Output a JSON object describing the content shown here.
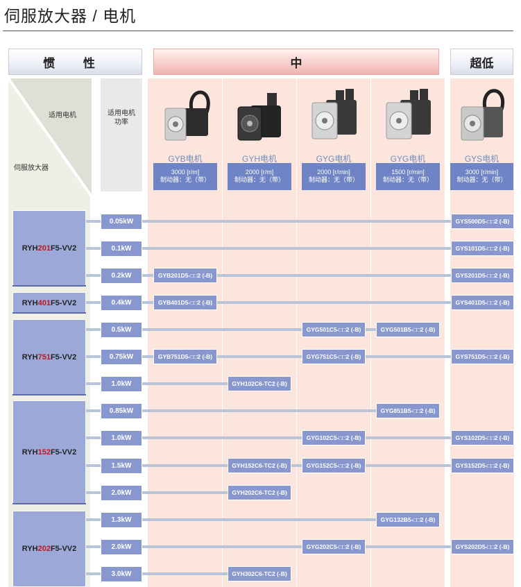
{
  "page": {
    "title": "伺服放大器 / 电机"
  },
  "headers": {
    "inertia": "惯 性",
    "medium": "中",
    "ultra_low": "超低"
  },
  "corner": {
    "motor_label": "适用电机",
    "amp_label": "伺服放大器"
  },
  "power_header": {
    "line1": "适用电机",
    "line2": "功率"
  },
  "motors": [
    {
      "name": "GYB电机",
      "speed": "3000 [r/m]",
      "brake": "制动器：无（带）",
      "icon": "servo-motor-cable-icon"
    },
    {
      "name": "GYH电机",
      "speed": "2000 [r/m]",
      "brake": "制动器：无（带）",
      "icon": "servo-motor-black-icon"
    },
    {
      "name": "GYG电机",
      "speed": "2000 [r/min]",
      "brake": "制动器：无（带）",
      "icon": "servo-motor-connector-icon"
    },
    {
      "name": "GYG电机",
      "speed": "1500 [r/min]",
      "brake": "制动器：无（带）",
      "icon": "servo-motor-connector-icon"
    },
    {
      "name": "GYS电机",
      "speed": "3000 [r/min]",
      "brake": "制动器：无（带）",
      "icon": "servo-motor-cable-icon"
    }
  ],
  "amplifiers": [
    {
      "pre": "RYH",
      "code": "201",
      "post": "F5-VV2"
    },
    {
      "pre": "RYH",
      "code": "401",
      "post": "F5-VV2"
    },
    {
      "pre": "RYH",
      "code": "751",
      "post": "F5-VV2"
    },
    {
      "pre": "RYH",
      "code": "152",
      "post": "F5-VV2"
    },
    {
      "pre": "RYH",
      "code": "202",
      "post": "F5-VV2"
    }
  ],
  "rows": [
    {
      "power": "0.05kW",
      "models": [
        "",
        "",
        "",
        "",
        "GYS500D5-□□2 (-B)"
      ]
    },
    {
      "power": "0.1kW",
      "models": [
        "",
        "",
        "",
        "",
        "GYS101D5-□□2 (-B)"
      ]
    },
    {
      "power": "0.2kW",
      "models": [
        "GYB201D5-□□2 (-B)",
        "",
        "",
        "",
        "GYS201D5-□□2 (-B)"
      ]
    },
    {
      "power": "0.4kW",
      "models": [
        "GYB401D5-□□2 (-B)",
        "",
        "",
        "",
        "GYS401D5-□□2 (-B)"
      ]
    },
    {
      "power": "0.5kW",
      "models": [
        "",
        "",
        "GYG501C5-□□2 (-B)",
        "GYG501B5-□□2 (-B)",
        ""
      ]
    },
    {
      "power": "0.75kW",
      "models": [
        "GYB751D5-□□2 (-B)",
        "",
        "GYG751C5-□□2 (-B)",
        "",
        "GYS751D5-□□2 (-B)"
      ]
    },
    {
      "power": "1.0kW",
      "models": [
        "",
        "GYH102C6-TC2 (-B)",
        "",
        "",
        ""
      ]
    },
    {
      "power": "0.85kW",
      "models": [
        "",
        "",
        "",
        "GYG851B5-□□2 (-B)",
        ""
      ]
    },
    {
      "power": "1.0kW",
      "models": [
        "",
        "",
        "GYG102C5-□□2 (-B)",
        "",
        "GYS102D5-□□2 (-B)"
      ]
    },
    {
      "power": "1.5kW",
      "models": [
        "",
        "GYH152C6-TC2 (-B)",
        "GYG152C5-□□2 (-B)",
        "",
        "GYS152D5-□□2 (-B)"
      ]
    },
    {
      "power": "2.0kW",
      "models": [
        "",
        "GYH202C6-TC2 (-B)",
        "",
        "",
        ""
      ]
    },
    {
      "power": "1.3kW",
      "models": [
        "",
        "",
        "",
        "GYG132B5-□□2 (-B)",
        ""
      ]
    },
    {
      "power": "2.0kW",
      "models": [
        "",
        "",
        "GYG202C5-□□2 (-B)",
        "",
        "GYS202D5-□□2 (-B)"
      ]
    },
    {
      "power": "3.0kW",
      "models": [
        "",
        "GYH302C6-TC2 (-B)",
        "",
        "",
        ""
      ]
    }
  ],
  "colors": {
    "accent": "#8898cf",
    "highlight": "#c01818",
    "medium_bg": "#fce5dd"
  }
}
